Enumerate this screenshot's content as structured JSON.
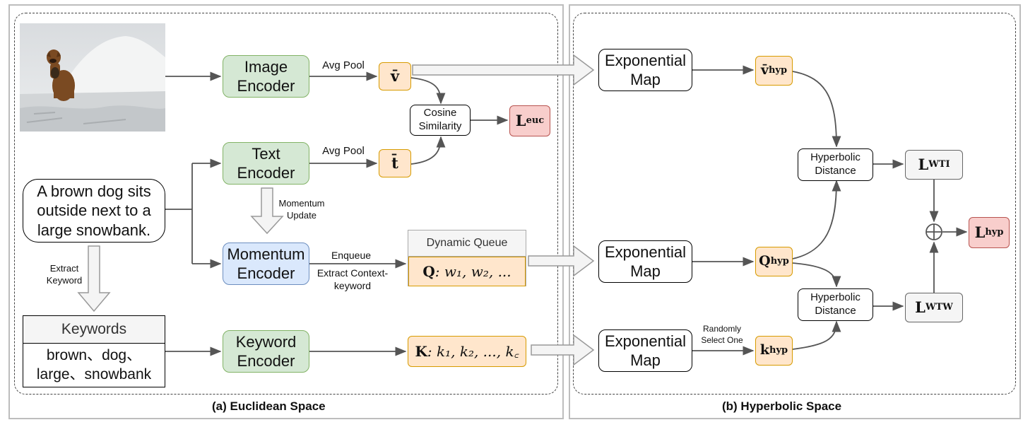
{
  "panels": {
    "left_caption": "(a)  Euclidean Space",
    "right_caption": "(b)  Hyperbolic Space"
  },
  "encoders": {
    "image": "Image Encoder",
    "text": "Text Encoder",
    "momentum": "Momentum Encoder",
    "keyword": "Keyword Encoder"
  },
  "caption_text": "A brown dog sits outside next to a large snowbank.",
  "keywords": {
    "header": "Keywords",
    "body": "brown、dog、large、snowbank"
  },
  "edge_labels": {
    "avg_pool_image": "Avg Pool",
    "avg_pool_text": "Avg Pool",
    "momentum_update": "Momentum Update",
    "extract_keyword": "Extract Keyword",
    "enqueue": "Enqueue",
    "extract_context": "Extract Context-keyword",
    "randomly_select": "Randomly Select One"
  },
  "nodes": {
    "v_bar": "v̄",
    "t_bar": "t̄",
    "cosine": "Cosine Similarity",
    "l_euc": "L",
    "l_euc_sub": "euc",
    "queue_header": "Dynamic Queue",
    "queue_q": "Q",
    "queue_items": ": w₁, w₂, ...",
    "k_set": "K",
    "k_items": ": k₁, k₂, ..., k꜀",
    "exp_map_1": "Exponential Map",
    "exp_map_2": "Exponential Map",
    "exp_map_3": "Exponential Map",
    "v_hyp": "v̄",
    "q_hyp": "Q",
    "k_hyp": "k",
    "hyp_sub": "hyp",
    "hyp_dist_1": "Hyperbolic Distance",
    "hyp_dist_2": "Hyperbolic Distance",
    "l_wti": "L",
    "l_wti_sub": "WTI",
    "l_wtw": "L",
    "l_wtw_sub": "WTW",
    "l_hyp": "L",
    "l_hyp_sub": "hyp"
  },
  "photo": {
    "description_icon": "dog-in-snow-photo"
  },
  "colors": {
    "green_fill": "#d5e8d4",
    "blue_fill": "#dae8fc",
    "orange_fill": "#ffe6cc",
    "red_fill": "#f8cecc",
    "grey_fill": "#f5f5f5"
  }
}
